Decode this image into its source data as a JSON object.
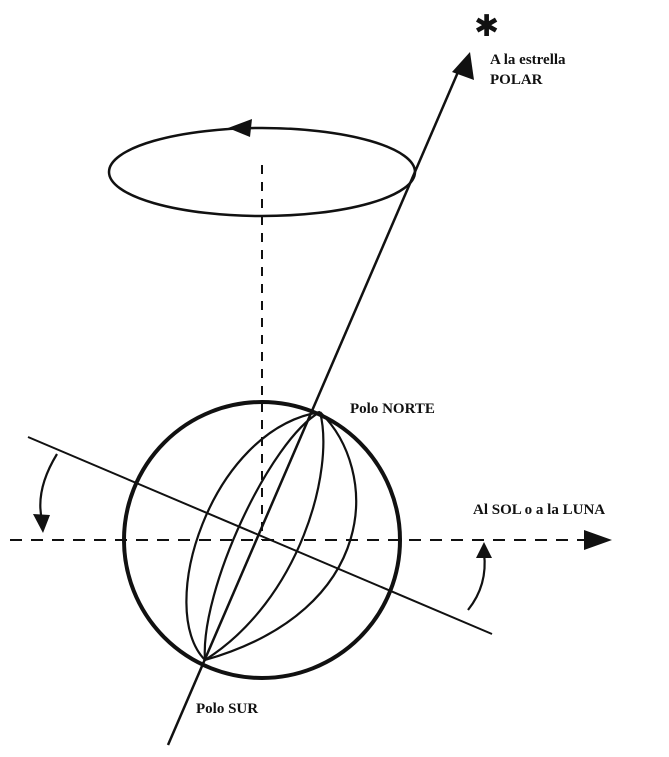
{
  "labels": {
    "star_symbol": "✱",
    "polar_line1": "A la estrella",
    "polar_line2": "POLAR",
    "north_pole": "Polo NORTE",
    "south_pole": "Polo SUR",
    "sun_moon": "Al SOL o a la LUNA"
  },
  "colors": {
    "ink": "#111111",
    "background": "#ffffff"
  }
}
